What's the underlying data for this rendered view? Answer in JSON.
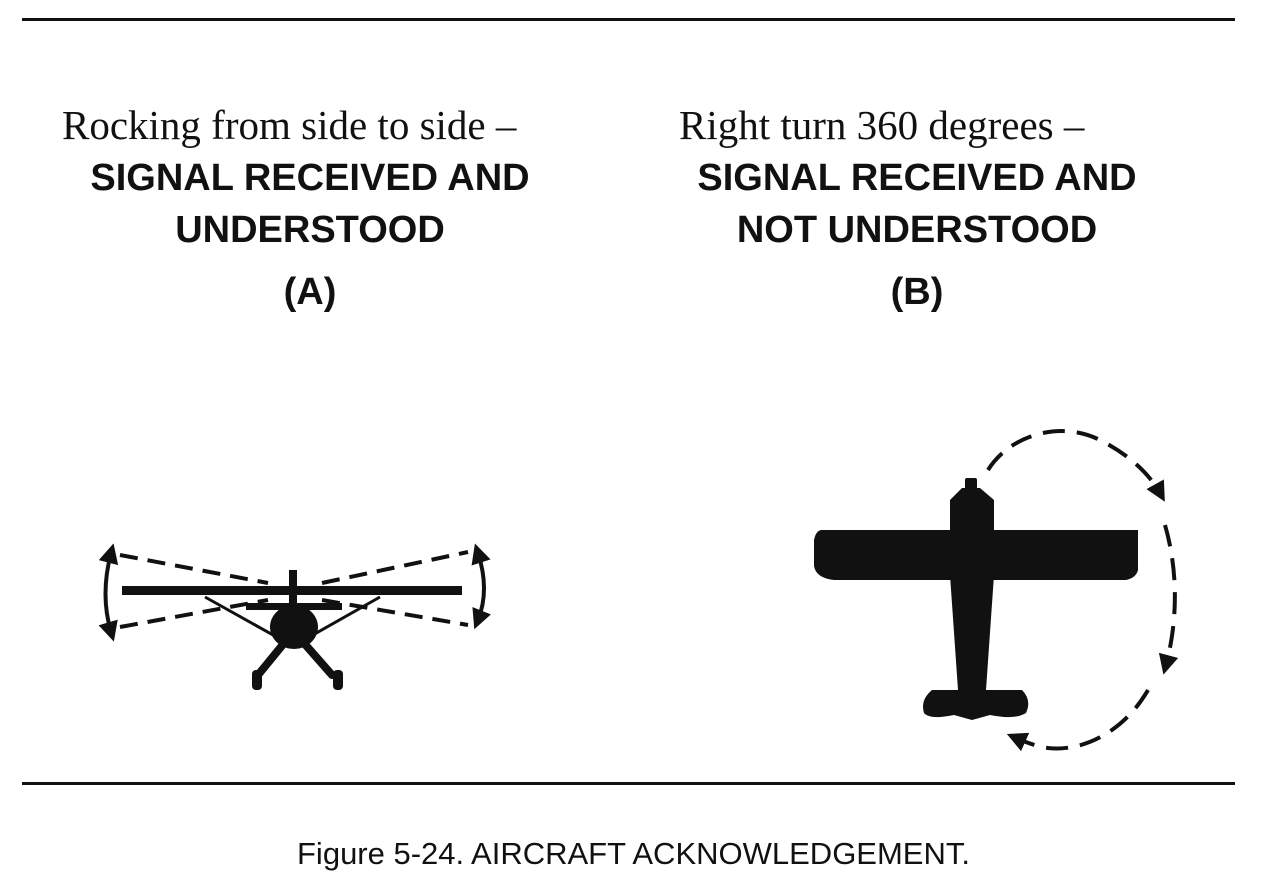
{
  "panel_a": {
    "description": "Rocking from side to side –",
    "signal_line1": "SIGNAL RECEIVED AND",
    "signal_line2": "UNDERSTOOD",
    "label": "(A)"
  },
  "panel_b": {
    "description": "Right turn 360 degrees –",
    "signal_line1": "SIGNAL RECEIVED AND",
    "signal_line2": "NOT UNDERSTOOD",
    "label": "(B)"
  },
  "caption": "Figure 5-24.  AIRCRAFT ACKNOWLEDGEMENT.",
  "colors": {
    "ink": "#111111",
    "background": "#ffffff"
  }
}
